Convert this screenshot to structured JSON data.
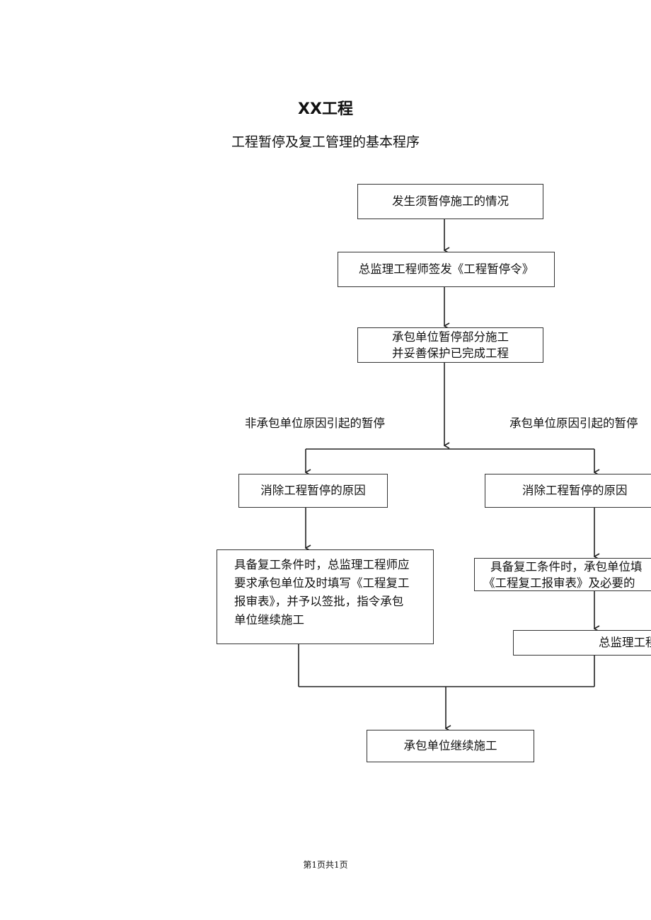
{
  "header": {
    "title": "XX工程",
    "subtitle": "工程暂停及复工管理的基本程序"
  },
  "flow": {
    "start": "发生须暂停施工的情况",
    "order": "总监理工程师签发《工程暂停令》",
    "contractor_pause": [
      "承包单位暂停部分施工",
      "并妥善保护已完成工程"
    ],
    "left_label": "非承包单位原因引起的暂停",
    "right_label": "承包单位原因引起的暂停",
    "left_remove": "消除工程暂停的原因",
    "right_remove": "消除工程暂停的原因",
    "left_condition": [
      "具备复工条件时，总监理工程师应",
      "要求承包单位及时填写《工程复工",
      "报审表》，并予以签批，指令承包",
      "单位继续施工"
    ],
    "right_condition": [
      "具备复工条件时，承包单位填",
      "《工程复工报审表》及必要的"
    ],
    "right_supervisor": "总监理工程师",
    "resume": "承包单位继续施工"
  },
  "footer": {
    "page_info": "第1页共1页"
  }
}
